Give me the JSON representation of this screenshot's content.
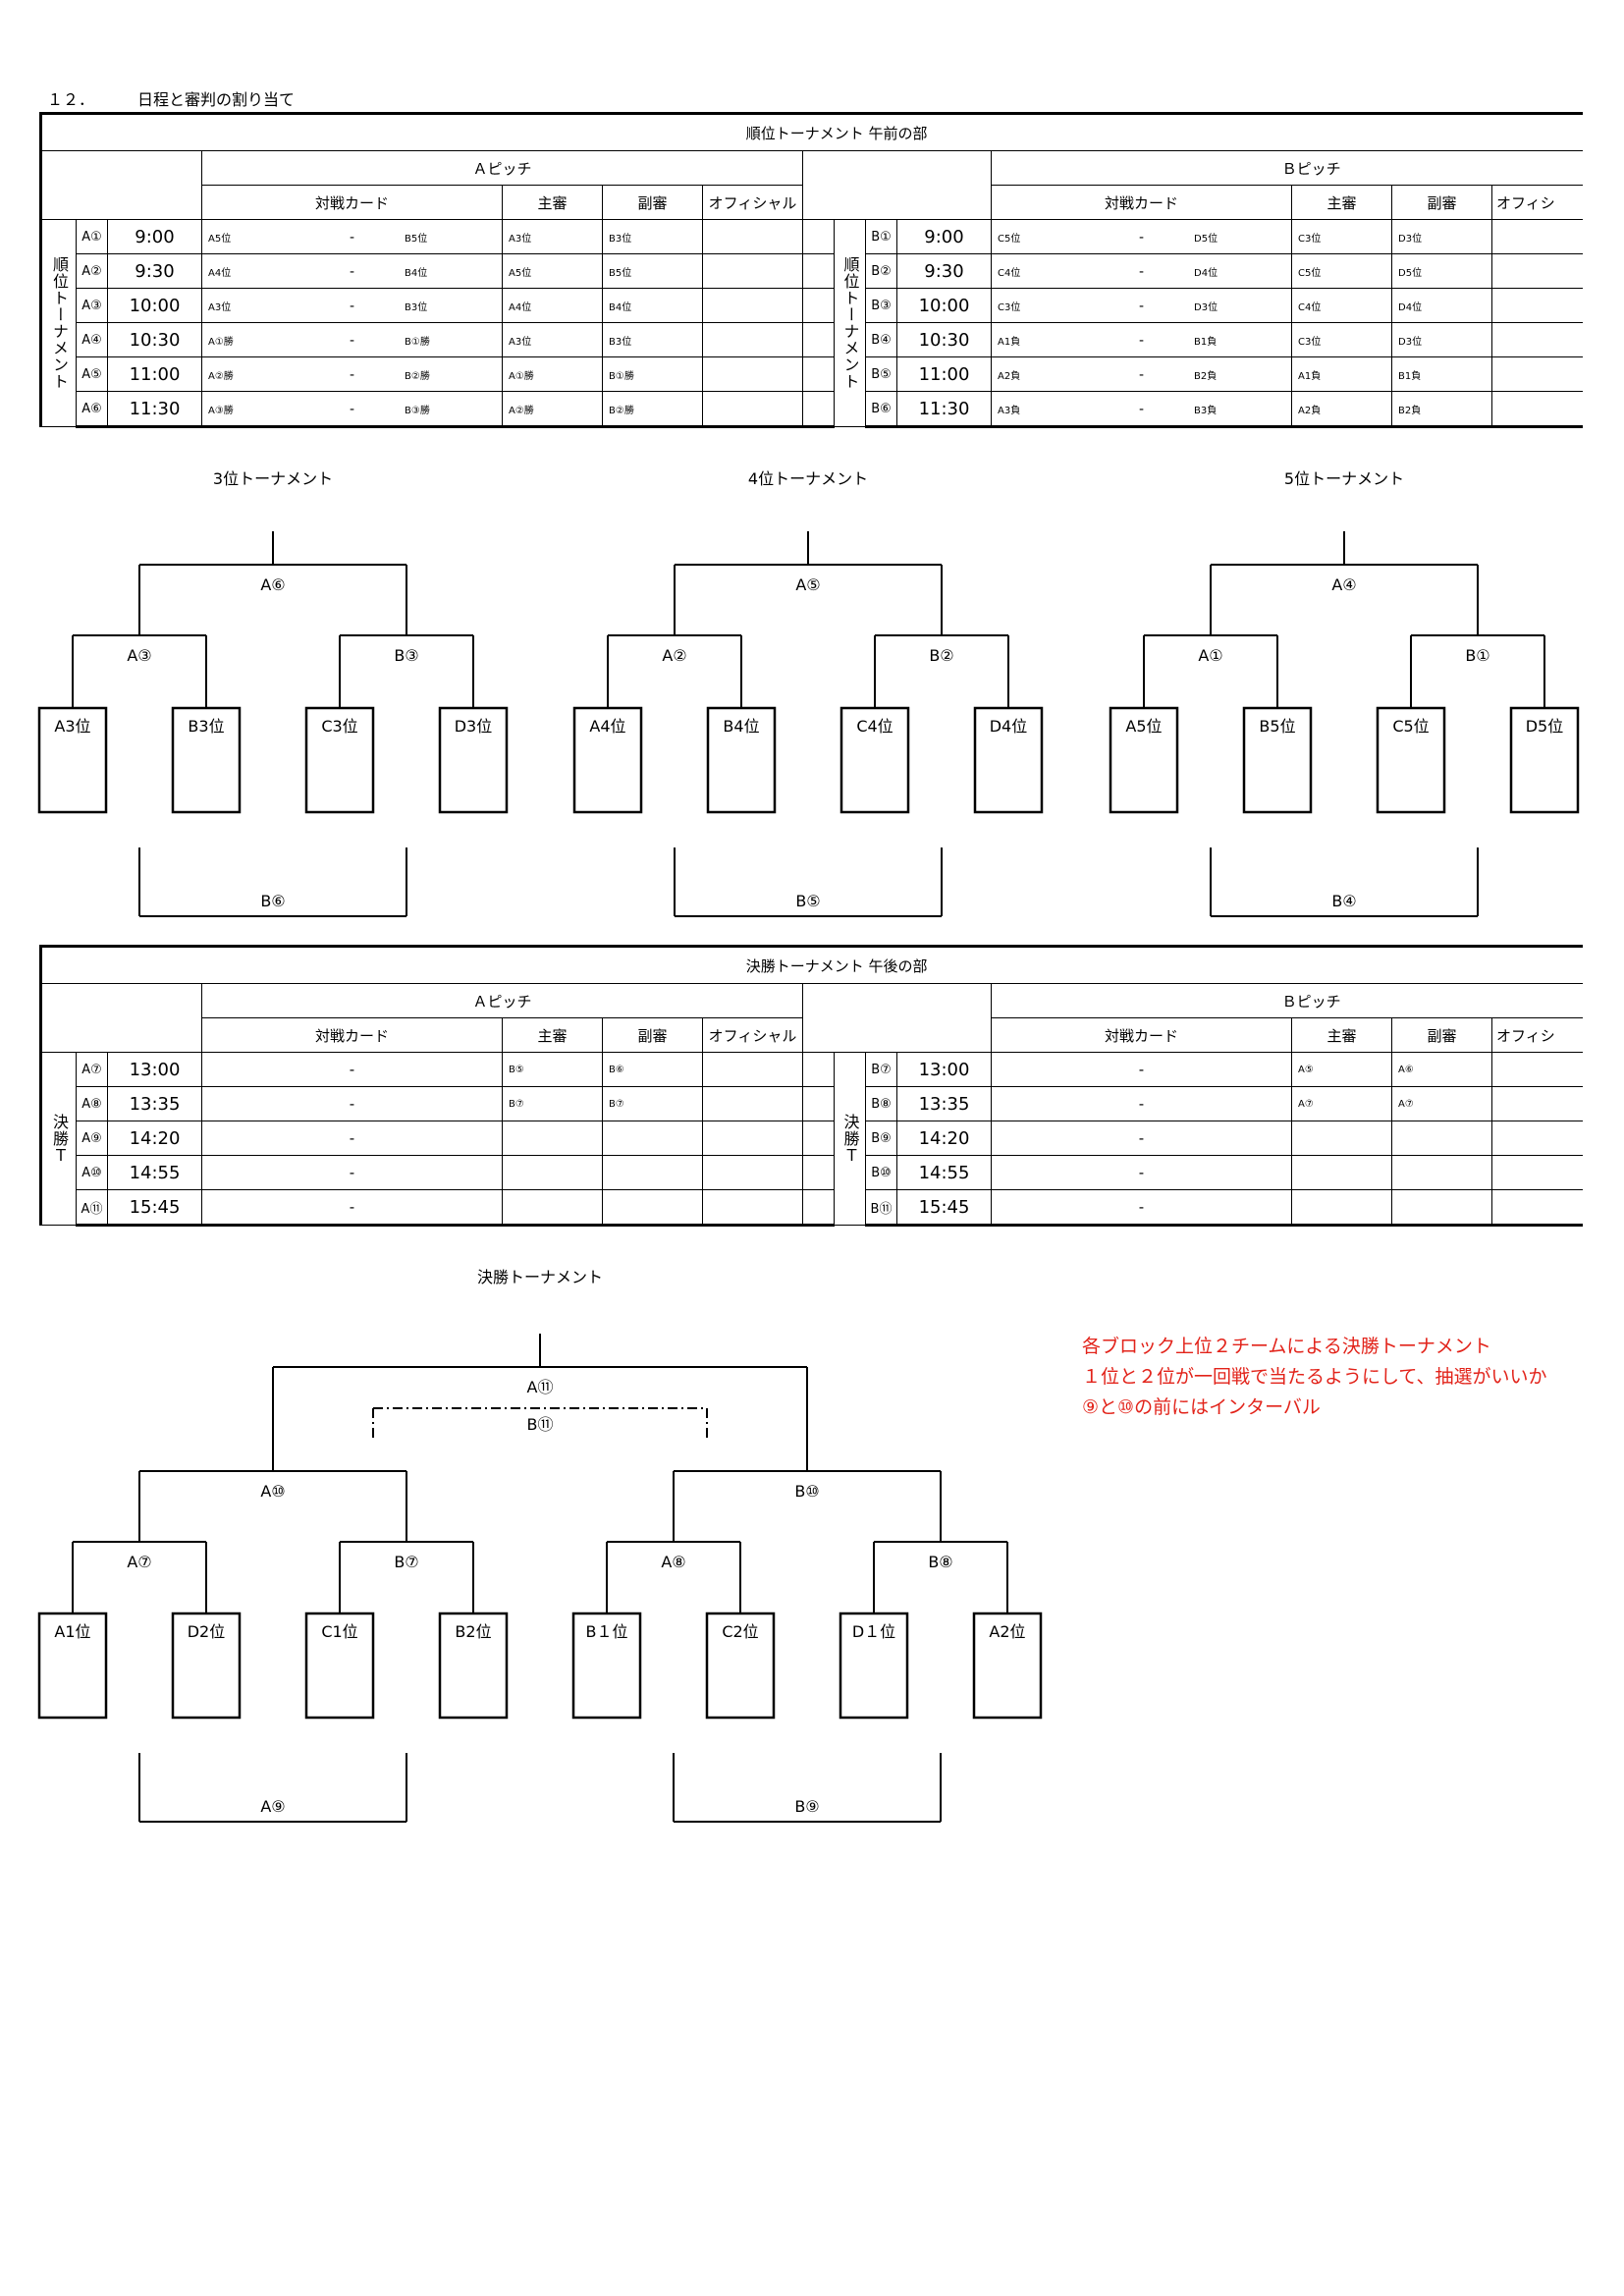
{
  "heading": {
    "number": "１２．",
    "title": "日程と審判の割り当て"
  },
  "morning": {
    "banner": "順位トーナメント 午前の部",
    "pitch_a": "Ａピッチ",
    "pitch_b": "Ｂピッチ",
    "col_card": "対戦カード",
    "col_main": "主審",
    "col_sub": "副審",
    "col_official": "オフィシャル",
    "col_official_cut": "オフィシ",
    "side_label": "順位トーナメント",
    "dash": "-",
    "a_rows": [
      {
        "code": "A①",
        "time": "9:00",
        "t1": "A5位",
        "t2": "B5位",
        "main": "A3位",
        "sub": "B3位"
      },
      {
        "code": "A②",
        "time": "9:30",
        "t1": "A4位",
        "t2": "B4位",
        "main": "A5位",
        "sub": "B5位"
      },
      {
        "code": "A③",
        "time": "10:00",
        "t1": "A3位",
        "t2": "B3位",
        "main": "A4位",
        "sub": "B4位"
      },
      {
        "code": "A④",
        "time": "10:30",
        "t1": "A①勝",
        "t2": "B①勝",
        "main": "A3位",
        "sub": "B3位"
      },
      {
        "code": "A⑤",
        "time": "11:00",
        "t1": "A②勝",
        "t2": "B②勝",
        "main": "A①勝",
        "sub": "B①勝"
      },
      {
        "code": "A⑥",
        "time": "11:30",
        "t1": "A③勝",
        "t2": "B③勝",
        "main": "A②勝",
        "sub": "B②勝"
      }
    ],
    "b_rows": [
      {
        "code": "B①",
        "time": "9:00",
        "t1": "C5位",
        "t2": "D5位",
        "main": "C3位",
        "sub": "D3位"
      },
      {
        "code": "B②",
        "time": "9:30",
        "t1": "C4位",
        "t2": "D4位",
        "main": "C5位",
        "sub": "D5位"
      },
      {
        "code": "B③",
        "time": "10:00",
        "t1": "C3位",
        "t2": "D3位",
        "main": "C4位",
        "sub": "D4位"
      },
      {
        "code": "B④",
        "time": "10:30",
        "t1": "A1負",
        "t2": "B1負",
        "main": "C3位",
        "sub": "D3位"
      },
      {
        "code": "B⑤",
        "time": "11:00",
        "t1": "A2負",
        "t2": "B2負",
        "main": "A1負",
        "sub": "B1負"
      },
      {
        "code": "B⑥",
        "time": "11:30",
        "t1": "A3負",
        "t2": "B3負",
        "main": "A2負",
        "sub": "B2負"
      }
    ]
  },
  "mid_brackets": [
    {
      "title": "3位トーナメント",
      "final": "A⑥",
      "semi_left": "A③",
      "semi_right": "B③",
      "teams": [
        "A3位",
        "B3位",
        "C3位",
        "D3位"
      ],
      "consolation": "B⑥"
    },
    {
      "title": "4位トーナメント",
      "final": "A⑤",
      "semi_left": "A②",
      "semi_right": "B②",
      "teams": [
        "A4位",
        "B4位",
        "C4位",
        "D4位"
      ],
      "consolation": "B⑤"
    },
    {
      "title": "5位トーナメント",
      "final": "A④",
      "semi_left": "A①",
      "semi_right": "B①",
      "teams": [
        "A5位",
        "B5位",
        "C5位",
        "D5位"
      ],
      "consolation": "B④"
    }
  ],
  "afternoon": {
    "banner": "決勝トーナメント 午後の部",
    "side_label": "決勝Ｔ",
    "a_rows": [
      {
        "code": "A⑦",
        "time": "13:00",
        "main": "B⑤",
        "sub": "B⑥"
      },
      {
        "code": "A⑧",
        "time": "13:35",
        "main": "B⑦",
        "sub": "B⑦"
      },
      {
        "code": "A⑨",
        "time": "14:20",
        "main": "",
        "sub": ""
      },
      {
        "code": "A⑩",
        "time": "14:55",
        "main": "",
        "sub": ""
      },
      {
        "code": "A⑪",
        "time": "15:45",
        "main": "",
        "sub": ""
      }
    ],
    "b_rows": [
      {
        "code": "B⑦",
        "time": "13:00",
        "main": "A⑤",
        "sub": "A⑥"
      },
      {
        "code": "B⑧",
        "time": "13:35",
        "main": "A⑦",
        "sub": "A⑦"
      },
      {
        "code": "B⑨",
        "time": "14:20",
        "main": "",
        "sub": ""
      },
      {
        "code": "B⑩",
        "time": "14:55",
        "main": "",
        "sub": ""
      },
      {
        "code": "B⑪",
        "time": "15:45",
        "main": "",
        "sub": ""
      }
    ]
  },
  "final_bracket": {
    "title": "決勝トーナメント",
    "final": "A⑪",
    "third_place": "B⑪",
    "semi_left": "A⑩",
    "semi_right": "B⑩",
    "qf": [
      "A⑦",
      "B⑦",
      "A⑧",
      "B⑧"
    ],
    "teams": [
      "A1位",
      "D2位",
      "C1位",
      "B2位",
      "B１位",
      "C2位",
      "D１位",
      "A2位"
    ],
    "consolation_left": "A⑨",
    "consolation_right": "B⑨"
  },
  "notes": [
    "各ブロック上位２チームによる決勝トーナメント",
    "１位と２位が一回戦で当たるようにして、抽選がいいか",
    "⑨と⑩の前にはインターバル"
  ],
  "colors": {
    "note": "#e2231a",
    "line": "#000000"
  }
}
